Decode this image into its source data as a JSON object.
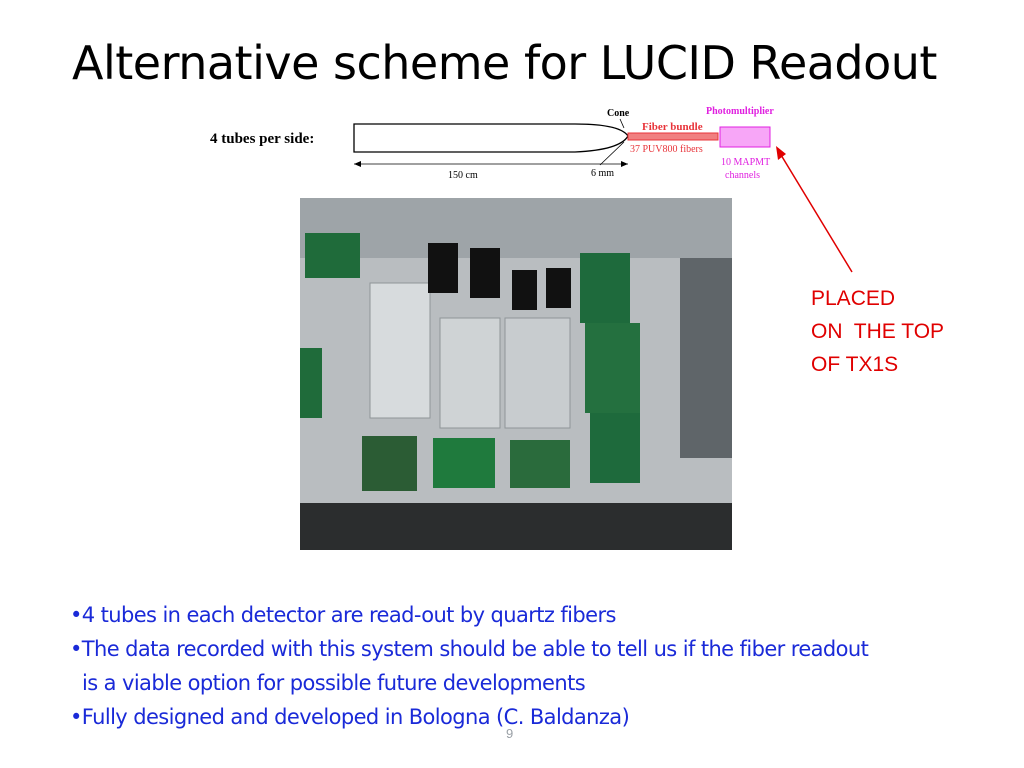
{
  "slide": {
    "title": "Alternative scheme for LUCID Readout",
    "page_number": "9"
  },
  "diagram": {
    "label_tubes": "4 tubes per side:",
    "label_cone": "Cone",
    "label_length": "150 cm",
    "label_6mm": "6 mm",
    "label_fiber_bundle": "Fiber bundle",
    "label_fibers": "37 PUV800 fibers",
    "label_pmt": "Photomultiplier",
    "label_mapmt_1": "10 MAPMT",
    "label_mapmt_2": "channels",
    "colors": {
      "fiber": "#e8343a",
      "pmt": "#e020e0",
      "pmt_fill": "#f7a6f7"
    }
  },
  "annotation": {
    "lines": [
      "PLACED",
      "ON  THE TOP",
      "OF TX1S"
    ],
    "color": "#e00000"
  },
  "bullets": [
    {
      "marker": "•",
      "lines": [
        "4 tubes in each detector are read-out by quartz fibers"
      ]
    },
    {
      "marker": "•",
      "lines": [
        "The data recorded with this system should be able to tell us if the fiber readout",
        "is a viable option for possible future developments"
      ]
    },
    {
      "marker": "•",
      "lines": [
        "Fully designed and developed in Bologna (C. Baldanza)"
      ]
    }
  ],
  "bullet_color": "#1a2ad8"
}
